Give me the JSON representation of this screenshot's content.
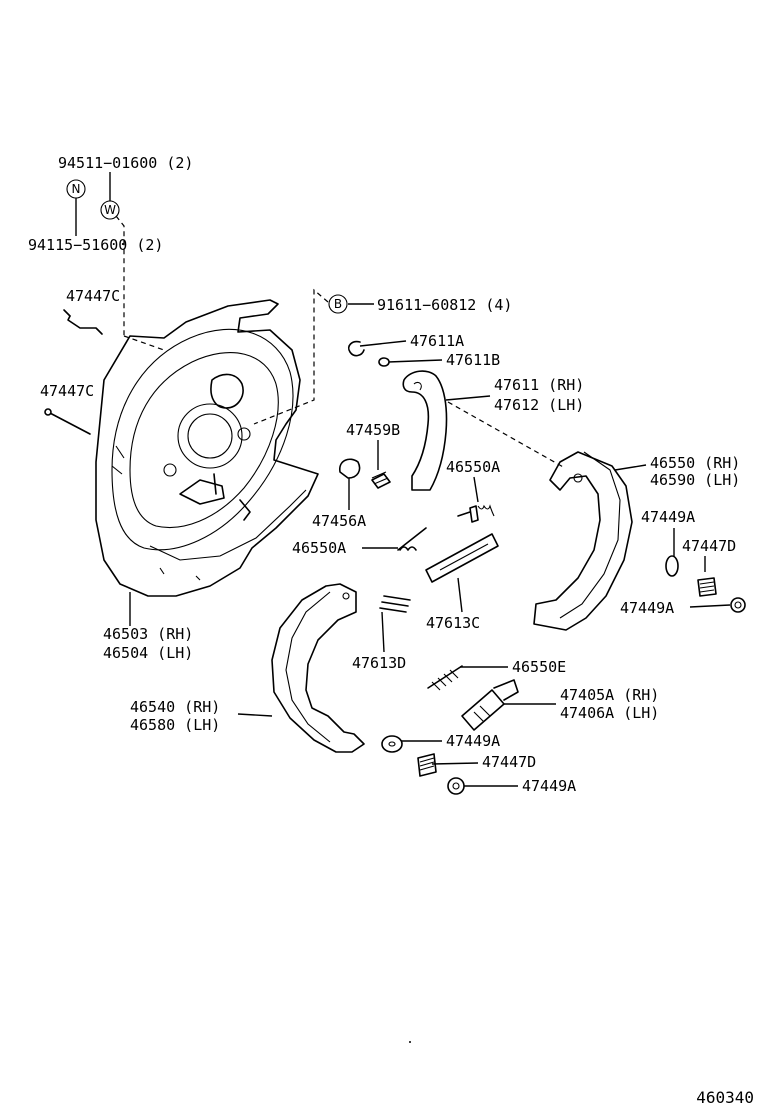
{
  "callouts": {
    "c_94511": "94511−01600 (2)",
    "c_94115": "94115−51600 (2)",
    "c_91611": "91611−60812 (4)",
    "c_47447C_a": "47447C",
    "c_47447C_b": "47447C",
    "c_47611A": "47611A",
    "c_47611B": "47611B",
    "c_47611": "47611 (RH)",
    "c_47612": "47612 (LH)",
    "c_47459B": "47459B",
    "c_46550A_a": "46550A",
    "c_46550": "46550 (RH)",
    "c_46590": "46590 (LH)",
    "c_47456A": "47456A",
    "c_47449A_a": "47449A",
    "c_47447D_a": "47447D",
    "c_46550A_b": "46550A",
    "c_47449A_b": "47449A",
    "c_47613C": "47613C",
    "c_46503": "46503 (RH)",
    "c_46504": "46504 (LH)",
    "c_47613D": "47613D",
    "c_46550E": "46550E",
    "c_47405A": "47405A (RH)",
    "c_47406A": "47406A (LH)",
    "c_46540": "46540 (RH)",
    "c_46580": "46580 (LH)",
    "c_47449A_c": "47449A",
    "c_47447D_b": "47447D",
    "c_47449A_d": "47449A"
  },
  "symbols": {
    "n": "N",
    "w": "W",
    "b": "B"
  },
  "reference_number": "460340"
}
